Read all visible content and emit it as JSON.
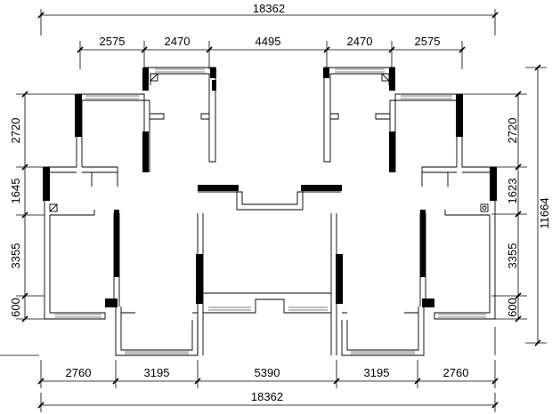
{
  "top": {
    "overall": "18362",
    "segments": [
      "2575",
      "2470",
      "4495",
      "2470",
      "2575"
    ]
  },
  "bottom": {
    "overall": "18362",
    "segments": [
      "2760",
      "3195",
      "5390",
      "3195",
      "2760"
    ]
  },
  "left": {
    "segments": [
      "2720",
      "1645",
      "3355",
      "600"
    ]
  },
  "right": {
    "segments": [
      "2720",
      "1623",
      "3355",
      "600"
    ],
    "overall": "11664"
  }
}
